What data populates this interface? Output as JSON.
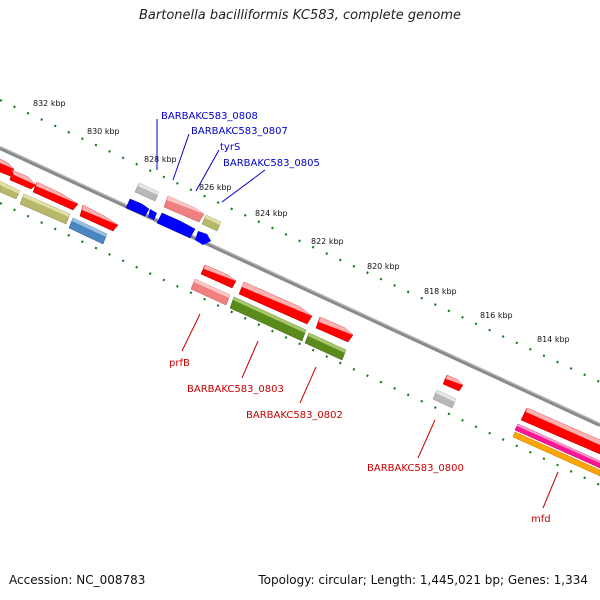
{
  "title": "Bartonella bacilliformis KC583, complete genome",
  "footer": {
    "accession": "Accession: NC_008783",
    "summary": "Topology: circular; Length: 1,445,021 bp; Genes: 1,334"
  },
  "kbp_labels": [
    "832 kbp",
    "830 kbp",
    "828 kbp",
    "826 kbp",
    "824 kbp",
    "822 kbp",
    "820 kbp",
    "818 kbp",
    "816 kbp",
    "814 kbp"
  ],
  "gene_labels": {
    "blue": [
      "BARBAKC583_0808",
      "BARBAKC583_0807",
      "tyrS",
      "BARBAKC583_0805"
    ],
    "red": [
      "prfB",
      "BARBAKC583_0803",
      "BARBAKC583_0802",
      "BARBAKC583_0800",
      "mfd"
    ]
  },
  "colors": {
    "backbone": "#808080",
    "tick": "#1a7a1a",
    "label_blue": "#0000c8",
    "label_red": "#c80000",
    "gene_red": "#ff0000",
    "gene_pink": "#f08080",
    "gene_olive": "#5a8a1a",
    "gene_khaki": "#b8b86a",
    "gene_blue": "#0000ff",
    "gene_steel": "#4a86c0",
    "gene_gray": "#b8b8b8",
    "gene_magenta": "#ff1493",
    "gene_orange": "#ffa500"
  }
}
